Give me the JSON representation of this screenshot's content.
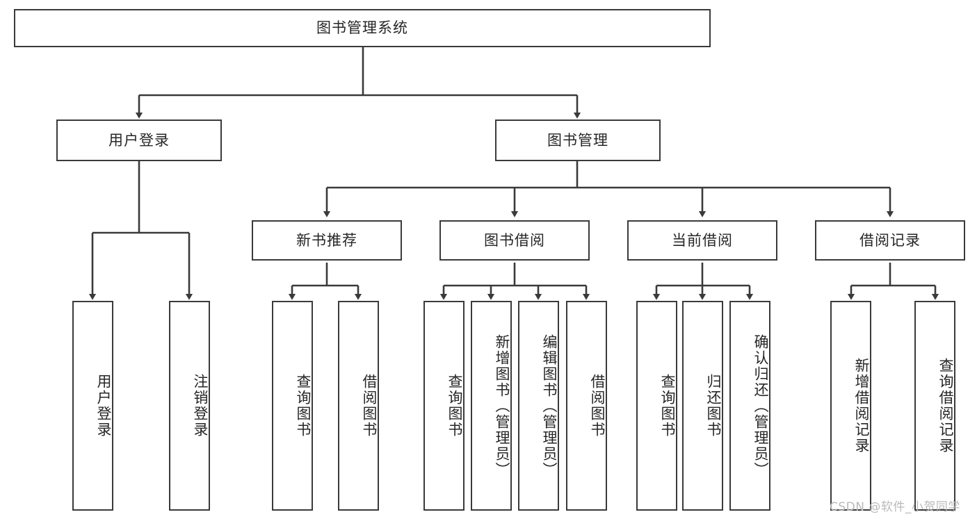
{
  "diagram": {
    "title": "图书管理系统",
    "type": "tree-hierarchy-diagram",
    "root": {
      "id": "root",
      "label": "图书管理系统"
    },
    "level2": [
      {
        "id": "user-login",
        "label": "用户登录"
      },
      {
        "id": "book-manage",
        "label": "图书管理"
      }
    ],
    "level3": [
      {
        "id": "new-book-recommend",
        "label": "新书推荐",
        "parent": "book-manage"
      },
      {
        "id": "book-borrow",
        "label": "图书借阅",
        "parent": "book-manage"
      },
      {
        "id": "current-borrow",
        "label": "当前借阅",
        "parent": "book-manage"
      },
      {
        "id": "borrow-record",
        "label": "借阅记录",
        "parent": "book-manage"
      }
    ],
    "leaves": [
      {
        "id": "leaf-user-login",
        "label": "用户登录",
        "parent": "user-login"
      },
      {
        "id": "leaf-user-logout",
        "label": "注销登录",
        "parent": "user-login"
      },
      {
        "id": "leaf-query-book-1",
        "label": "查询图书",
        "parent": "new-book-recommend"
      },
      {
        "id": "leaf-borrow-book-1",
        "label": "借阅图书",
        "parent": "new-book-recommend"
      },
      {
        "id": "leaf-query-book-2",
        "label": "查询图书",
        "parent": "book-borrow"
      },
      {
        "id": "leaf-add-book",
        "label": "新增图书（管理员）",
        "parent": "book-borrow"
      },
      {
        "id": "leaf-edit-book",
        "label": "编辑图书（管理员）",
        "parent": "book-borrow"
      },
      {
        "id": "leaf-borrow-book-2",
        "label": "借阅图书",
        "parent": "book-borrow"
      },
      {
        "id": "leaf-query-book-3",
        "label": "查询图书",
        "parent": "current-borrow"
      },
      {
        "id": "leaf-return-book",
        "label": "归还图书",
        "parent": "current-borrow"
      },
      {
        "id": "leaf-confirm-return",
        "label": "确认归还（管理员）",
        "parent": "current-borrow"
      },
      {
        "id": "leaf-add-record",
        "label": "新增借阅记录",
        "parent": "borrow-record"
      },
      {
        "id": "leaf-query-record",
        "label": "查询借阅记录",
        "parent": "borrow-record"
      }
    ]
  },
  "watermark": {
    "text": "CSDN @软件_小贺同学"
  },
  "colors": {
    "stroke": "#3a3a3a",
    "text": "#262626",
    "background": "#ffffff",
    "watermark": "#b9b9b9"
  }
}
